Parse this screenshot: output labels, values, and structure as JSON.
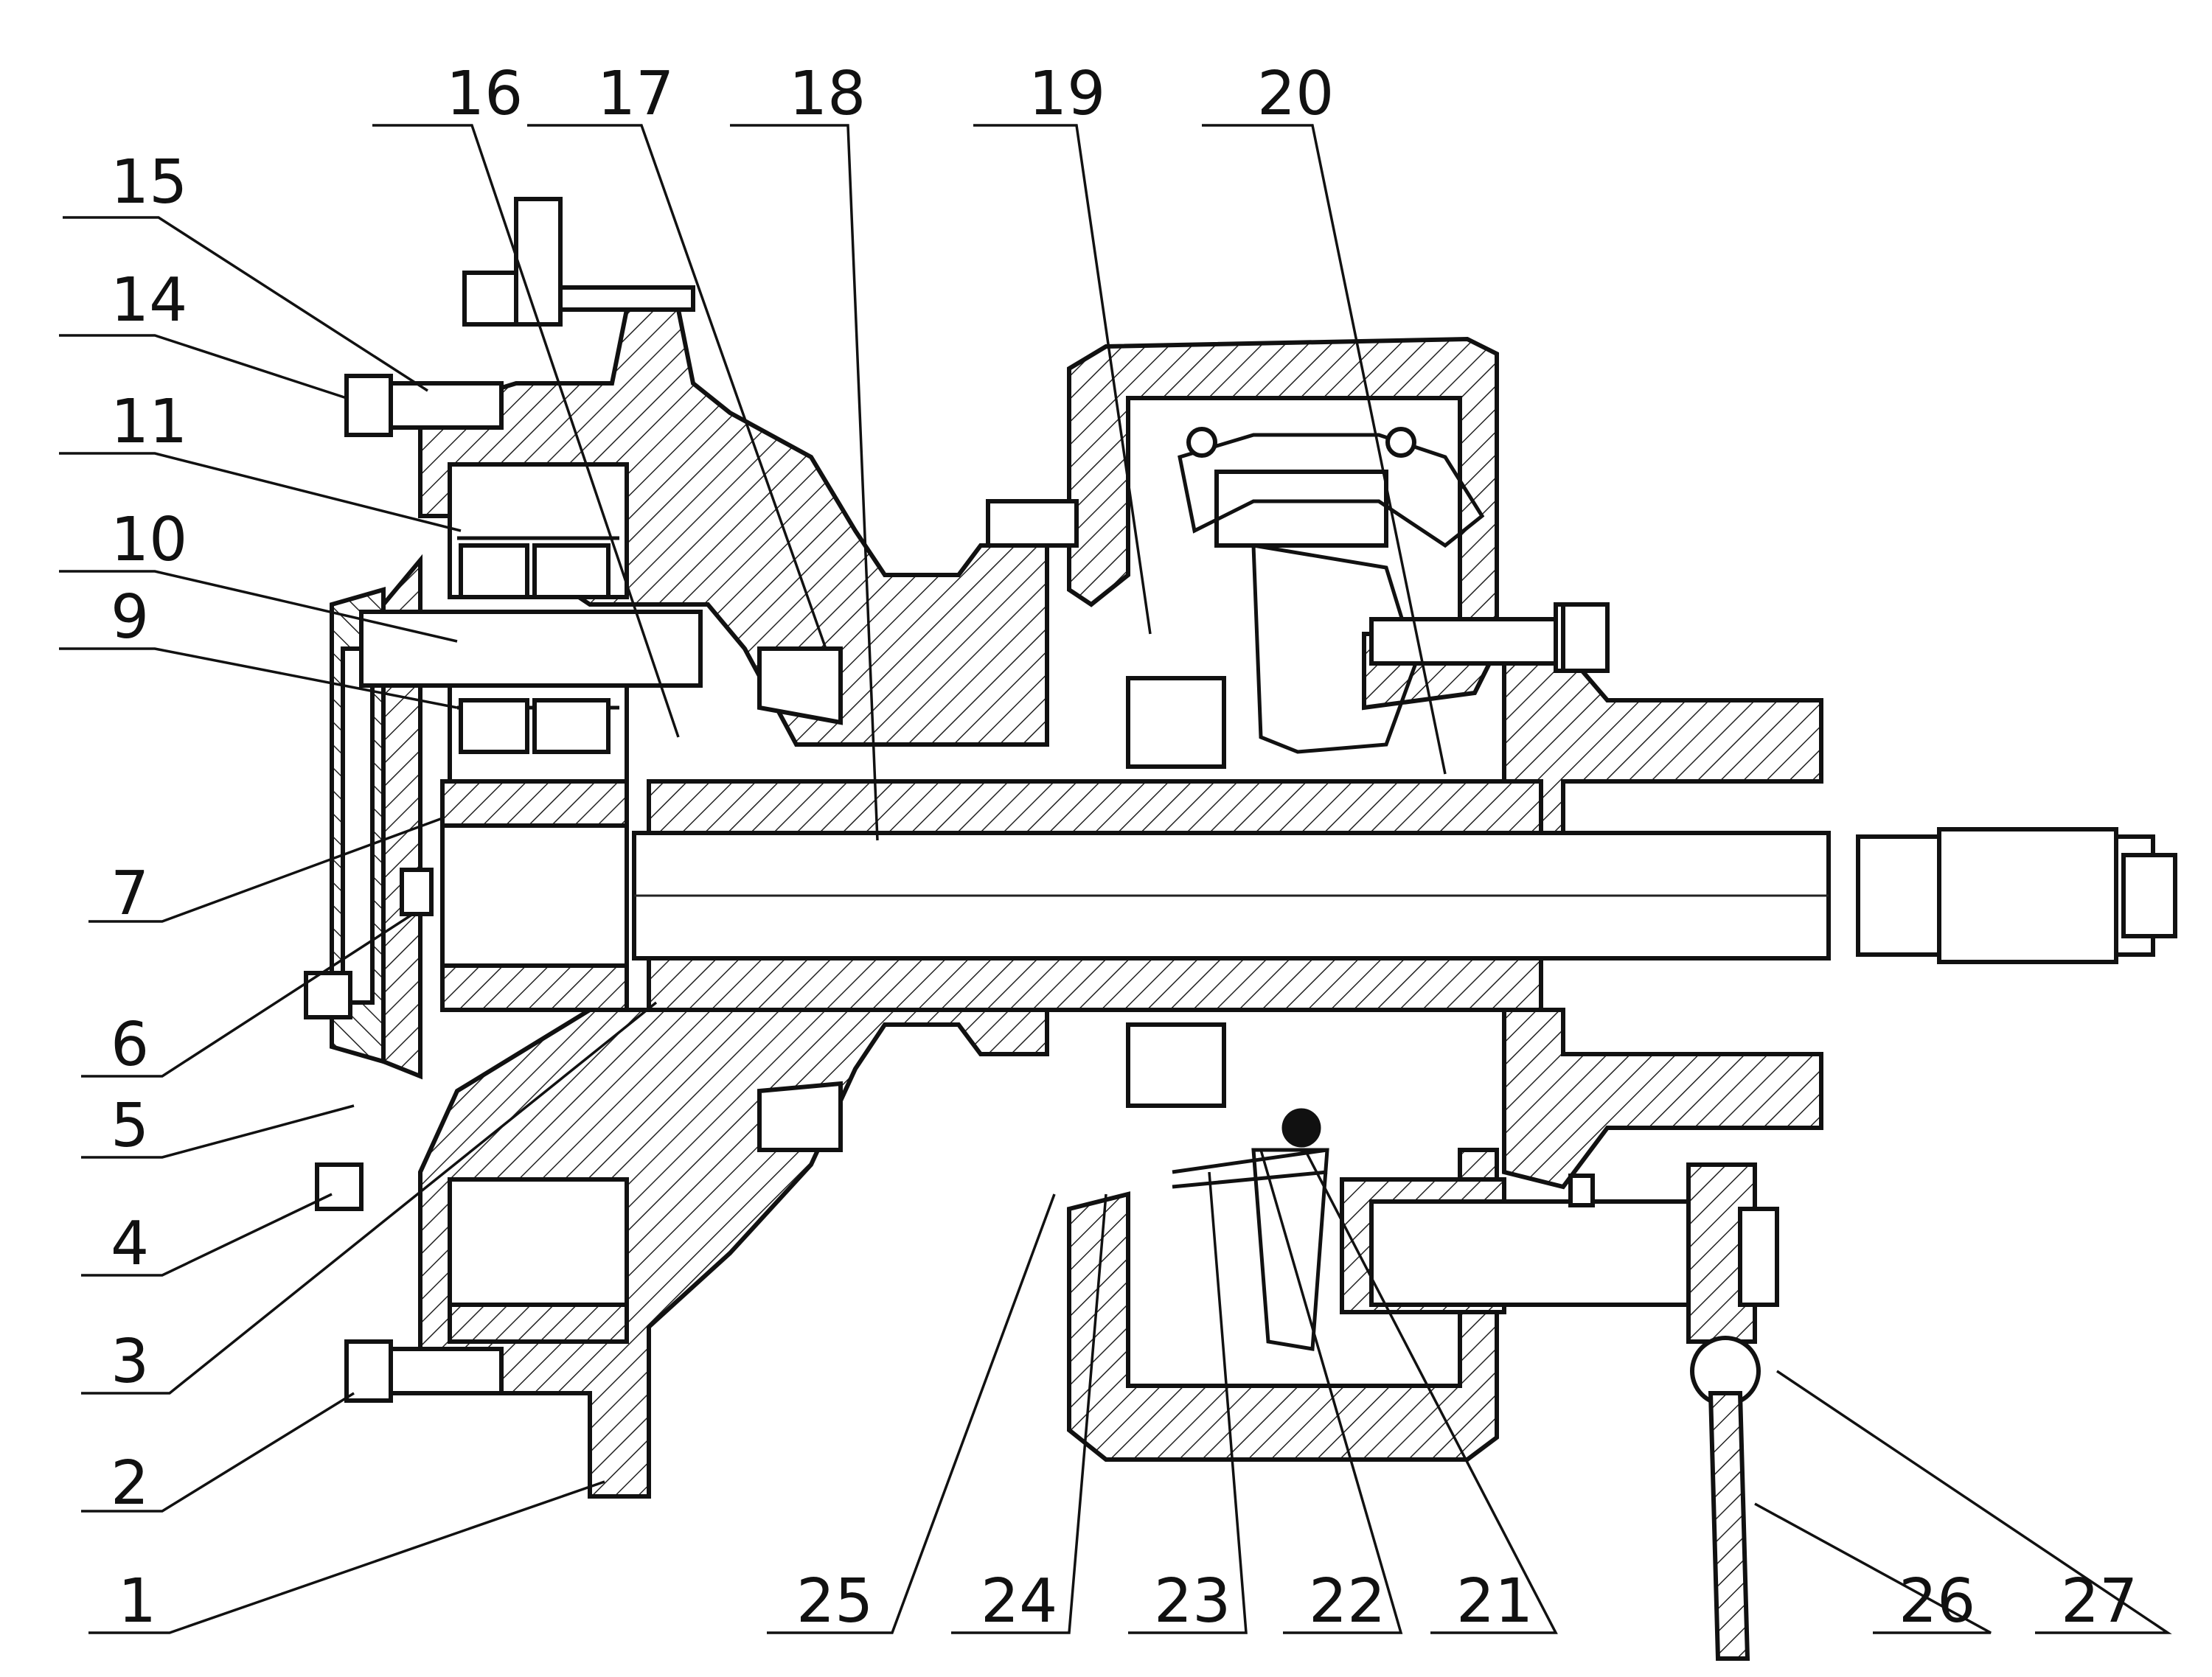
{
  "drawing": {
    "callouts": [
      {
        "id": "c1",
        "label": "1"
      },
      {
        "id": "c2",
        "label": "2"
      },
      {
        "id": "c3",
        "label": "3"
      },
      {
        "id": "c4",
        "label": "4"
      },
      {
        "id": "c5",
        "label": "5"
      },
      {
        "id": "c6",
        "label": "6"
      },
      {
        "id": "c7",
        "label": "7"
      },
      {
        "id": "c9",
        "label": "9"
      },
      {
        "id": "c10",
        "label": "10"
      },
      {
        "id": "c11",
        "label": "11"
      },
      {
        "id": "c14",
        "label": "14"
      },
      {
        "id": "c15",
        "label": "15"
      },
      {
        "id": "c16",
        "label": "16"
      },
      {
        "id": "c17",
        "label": "17"
      },
      {
        "id": "c18",
        "label": "18"
      },
      {
        "id": "c19",
        "label": "19"
      },
      {
        "id": "c20",
        "label": "20"
      },
      {
        "id": "c21",
        "label": "21"
      },
      {
        "id": "c22",
        "label": "22"
      },
      {
        "id": "c23",
        "label": "23"
      },
      {
        "id": "c24",
        "label": "24"
      },
      {
        "id": "c25",
        "label": "25"
      },
      {
        "id": "c26",
        "label": "26"
      },
      {
        "id": "c27",
        "label": "27"
      }
    ]
  }
}
